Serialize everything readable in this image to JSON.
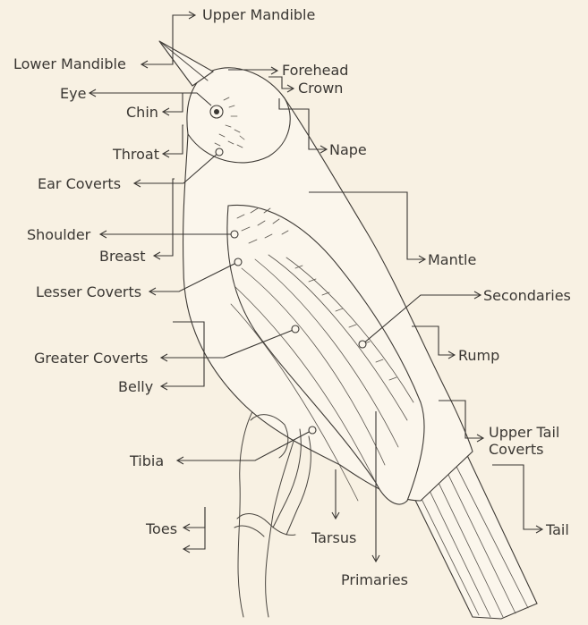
{
  "colors": {
    "background": "#f8f1e3",
    "ink": "#3a3733"
  },
  "labels": [
    {
      "id": "upper-mandible",
      "text": "Upper Mandible"
    },
    {
      "id": "lower-mandible",
      "text": "Lower Mandible"
    },
    {
      "id": "forehead",
      "text": "Forehead"
    },
    {
      "id": "crown",
      "text": "Crown"
    },
    {
      "id": "eye",
      "text": "Eye"
    },
    {
      "id": "chin",
      "text": "Chin"
    },
    {
      "id": "nape",
      "text": "Nape"
    },
    {
      "id": "throat",
      "text": "Throat"
    },
    {
      "id": "ear-coverts",
      "text": "Ear Coverts"
    },
    {
      "id": "shoulder",
      "text": "Shoulder"
    },
    {
      "id": "breast",
      "text": "Breast"
    },
    {
      "id": "mantle",
      "text": "Mantle"
    },
    {
      "id": "lesser-coverts",
      "text": "Lesser Coverts"
    },
    {
      "id": "secondaries",
      "text": "Secondaries"
    },
    {
      "id": "rump",
      "text": "Rump"
    },
    {
      "id": "greater-coverts",
      "text": "Greater Coverts"
    },
    {
      "id": "belly",
      "text": "Belly"
    },
    {
      "id": "upper-tail-coverts-1",
      "text": "Upper Tail"
    },
    {
      "id": "upper-tail-coverts-2",
      "text": "Coverts"
    },
    {
      "id": "tibia",
      "text": "Tibia"
    },
    {
      "id": "toes",
      "text": "Toes"
    },
    {
      "id": "tail",
      "text": "Tail"
    },
    {
      "id": "tarsus",
      "text": "Tarsus"
    },
    {
      "id": "primaries",
      "text": "Primaries"
    }
  ]
}
